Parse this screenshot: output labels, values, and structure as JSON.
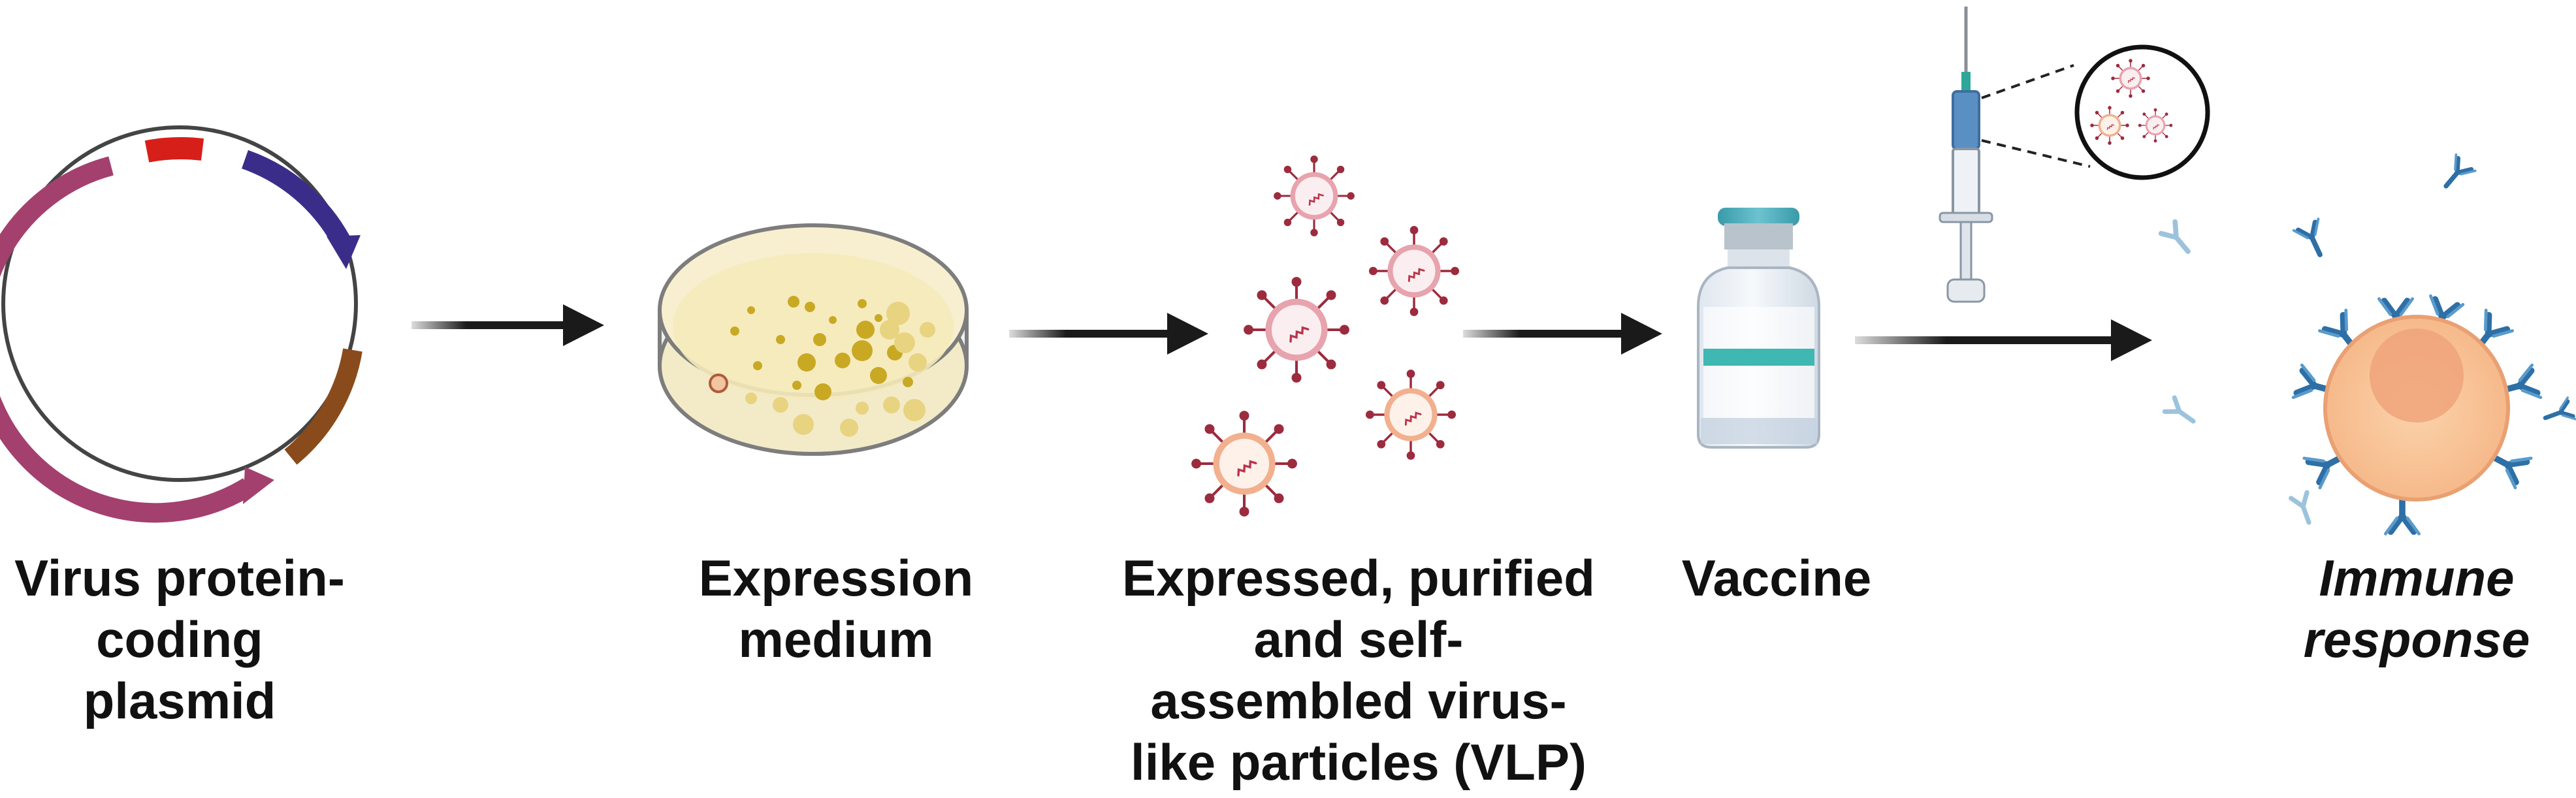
{
  "steps": [
    {
      "id": "plasmid",
      "lines": [
        "Virus protein-",
        "coding",
        "plasmid"
      ],
      "italic": false
    },
    {
      "id": "medium",
      "lines": [
        "Expression",
        "medium"
      ],
      "italic": false
    },
    {
      "id": "vlp",
      "lines": [
        "Expressed, purified",
        "and self-",
        "assembled virus-",
        "like particles (VLP)"
      ],
      "italic": false
    },
    {
      "id": "vaccine",
      "lines": [
        "Vaccine"
      ],
      "italic": false
    },
    {
      "id": "immune",
      "lines": [
        "Immune",
        "response"
      ],
      "italic": true
    }
  ],
  "colors": {
    "arrow": "#1a1a1a",
    "plasmid_purple": "#a3406e",
    "plasmid_indigo": "#3a2d8a",
    "plasmid_red": "#d71f1a",
    "plasmid_brown": "#8a4b1c",
    "dish_medium": "#f5ecc6",
    "colony": "#c9a824",
    "vlp_red": "#b8344c",
    "vlp_orange": "#e57b4e",
    "vial_cap": "#4fb0bd",
    "vial_band": "#3fb7b3",
    "cell_outer": "#f9c596",
    "cell_inner": "#f0a37a",
    "antibody": "#2d6fa6"
  },
  "icons": [
    "plasmid-icon",
    "petri-dish-icon",
    "vlp-particle-icon",
    "vaccine-vial-icon",
    "syringe-icon",
    "immune-cell-icon",
    "antibody-icon"
  ]
}
